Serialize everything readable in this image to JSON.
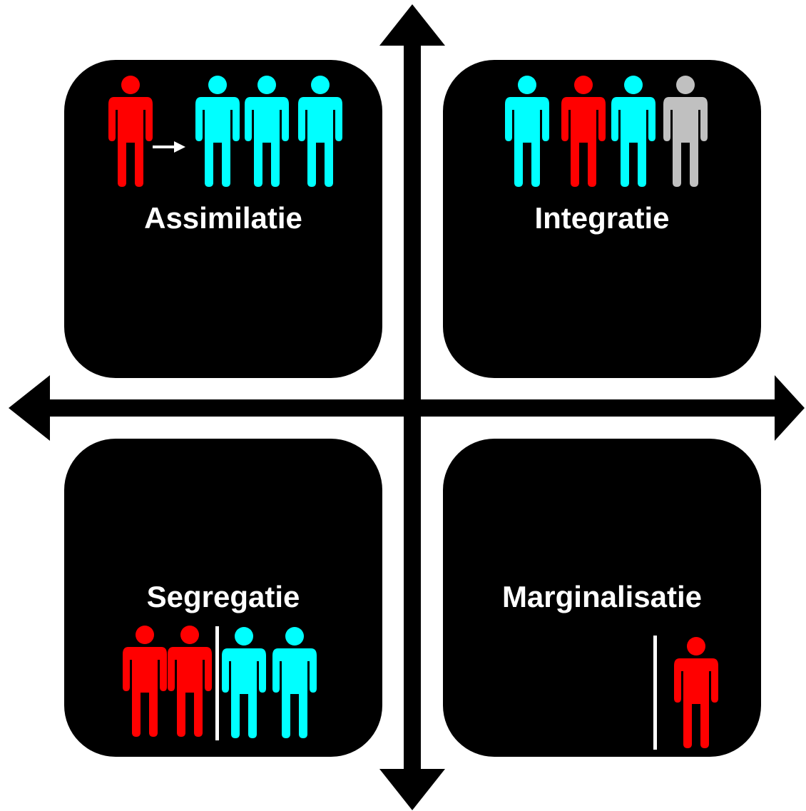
{
  "quadrants": {
    "assimilatie": {
      "label": "Assimilatie"
    },
    "integratie": {
      "label": "Integratie"
    },
    "segregatie": {
      "label": "Segregatie"
    },
    "marginalisatie": {
      "label": "Marginalisatie"
    }
  },
  "colors": {
    "background": "#ffffff",
    "panel": "#000000",
    "label": "#ffffff",
    "axis": "#000000",
    "minority": "#ff0000",
    "majority": "#00ffff",
    "other": "#c0c0c0",
    "divider": "#ffffff"
  },
  "icons": {
    "person": "person-icon",
    "arrow": "arrow-right-icon"
  }
}
